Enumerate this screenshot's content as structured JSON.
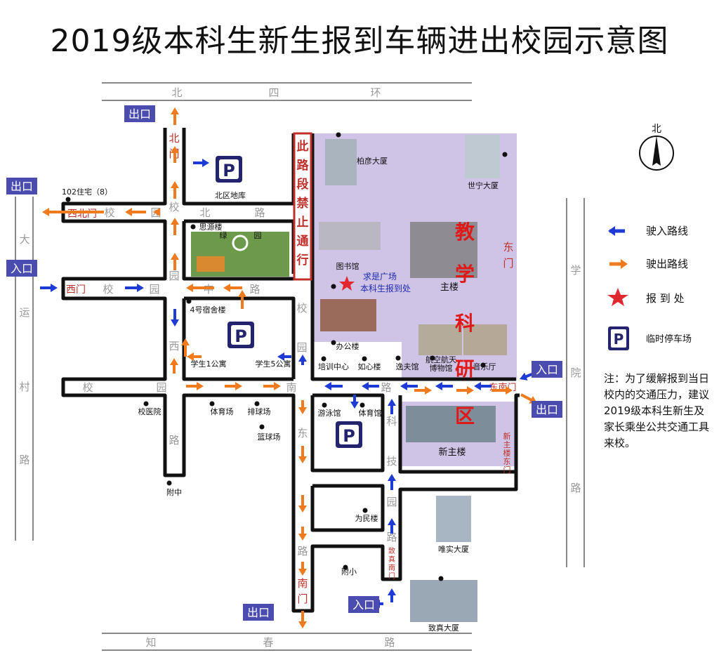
{
  "title": "2019级本科生新生报到车辆进出校园示意图",
  "outer_roads": {
    "north_ring": [
      "北",
      "四",
      "环"
    ],
    "zhichun": [
      "知",
      "春",
      "路"
    ],
    "dayuncun": [
      "大",
      "运",
      "村",
      "路"
    ],
    "xueyuan": [
      "学",
      "院",
      "路"
    ]
  },
  "campus_roads": {
    "north_gate": [
      "北",
      "门"
    ],
    "xibeimen": "西北门",
    "xi_men": "西门",
    "north_road": [
      "校",
      "园",
      "北",
      "路"
    ],
    "center_road": [
      "中",
      "路"
    ],
    "west_road": [
      "校",
      "园",
      "西",
      "路"
    ],
    "south_road": [
      "校",
      "园",
      "南",
      "路"
    ],
    "west_xiao_road": [
      "校",
      "园"
    ],
    "east_road": [
      "东",
      "路"
    ],
    "tech_road": [
      "科",
      "技",
      "园",
      "路"
    ],
    "nanmen": [
      "南",
      "门"
    ],
    "zhizhen_nanmen": [
      "致",
      "真",
      "南",
      "门"
    ],
    "restricted": [
      "此",
      "路",
      "段",
      "禁",
      "止",
      "通",
      "行"
    ],
    "dongmen": [
      "东",
      "门"
    ],
    "dongnanmen": "东南门",
    "new_main_east": [
      "新",
      "主",
      "楼",
      "东",
      "门"
    ]
  },
  "labels": {
    "exit": "出口",
    "entrance": "入口",
    "north_garage": "北区地库",
    "residence_102": "102住宅（8）",
    "siyuan": "思源楼",
    "garden_a": "绿",
    "garden_b": "园",
    "dorm4": "4号宿舍楼",
    "student1": "学生1公寓",
    "student5": "学生5公寓",
    "training": "培训中心",
    "ruxin": "如心楼",
    "yifu": "逸夫馆",
    "aerospace": "航空航天",
    "museum": "博物馆",
    "concert": "音乐厅",
    "hospital": "校医院",
    "gym": "体育场",
    "volleyball": "排球场",
    "pool": "游泳馆",
    "sports_hall": "体育馆",
    "basketball": "篮球场",
    "fuzhong": "附中",
    "weimin": "为民楼",
    "fuxiao": "附小",
    "library": "图书馆",
    "qiushi": "求是广场",
    "report_place": "本科生报到处",
    "office": "办公楼",
    "main_building": "主楼",
    "baiyan": "柏彦大厦",
    "shining": "世宁大厦",
    "new_main": "新主楼",
    "weishi": "唯实大厦",
    "zhizhen": "致真大厦",
    "teaching_zone": [
      "教",
      "学",
      "科",
      "研",
      "区"
    ],
    "north_symbol": "北"
  },
  "legend": {
    "in_route": "驶入路线",
    "out_route": "驶出路线",
    "report": "报 到 处",
    "parking": "临时停车场",
    "parking_symbol": "P"
  },
  "note": "注：为了缓解报到当日校内的交通压力，建议2019级本科生新生及家长乘坐公共交通工具来校。",
  "colors": {
    "in_arrow": "#1f3bd6",
    "out_arrow": "#f07a1e",
    "star": "#e0282e",
    "sign_bg": "#4b4cb0",
    "teaching_zone_bg": "#cfc3e6",
    "gate_text": "#c0302a",
    "road_text": "#9a9a9a",
    "zone_text": "#e01818"
  }
}
